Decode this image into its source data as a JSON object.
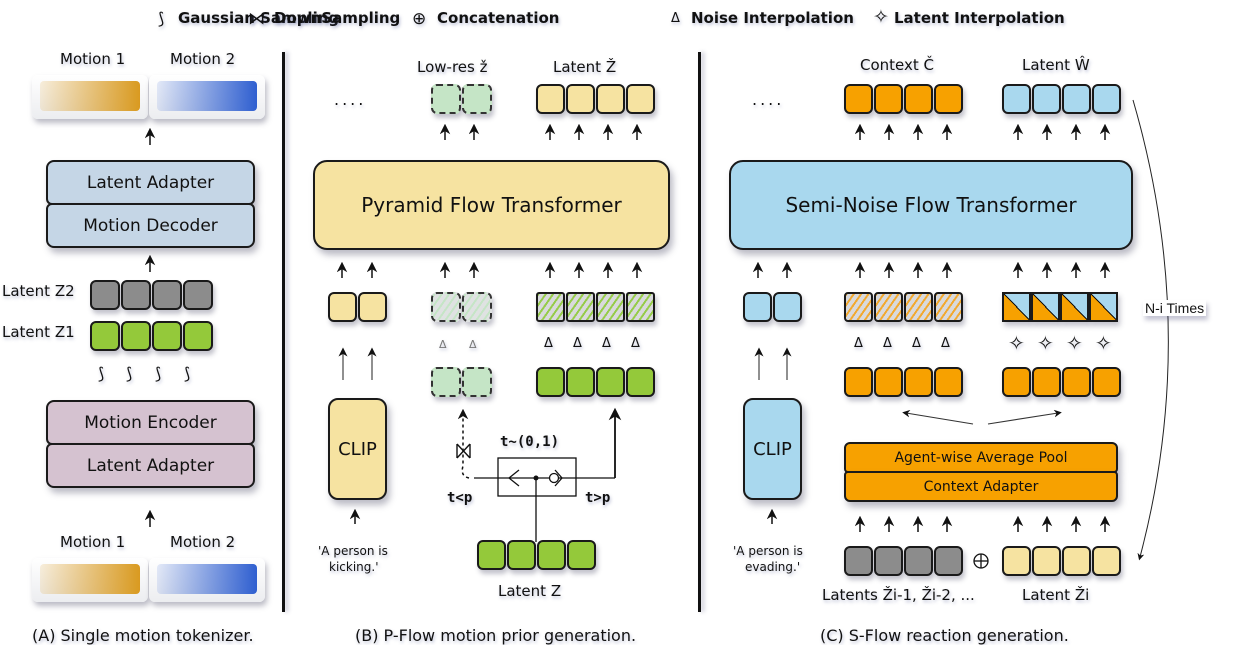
{
  "legend": {
    "gaussian_sampling": {
      "icon": "gaussian-sampling-icon",
      "glyph": "⟆",
      "label": "Gaussian Sampling"
    },
    "downsampling": {
      "icon": "downsampling-icon",
      "glyph": "⋈",
      "label": "DownSampling"
    },
    "concatenation": {
      "icon": "concatenation-icon",
      "glyph": "⊕",
      "label": "Concatenation"
    },
    "noise_interpolation": {
      "icon": "noise-interpolation-icon",
      "glyph": "Δ",
      "label": "Noise Interpolation"
    },
    "latent_interpolation": {
      "icon": "latent-interpolation-icon",
      "glyph": "✧",
      "label": "Latent Interpolation"
    }
  },
  "panel_a": {
    "caption": "(A) Single motion tokenizer.",
    "top_motion_1": "Motion 1",
    "top_motion_2": "Motion 2",
    "decoder_adapter": "Latent Adapter",
    "decoder": "Motion Decoder",
    "latent_z2": "Latent Z2",
    "latent_z1": "Latent Z1",
    "encoder": "Motion Encoder",
    "encoder_adapter": "Latent Adapter",
    "bottom_motion_1": "Motion 1",
    "bottom_motion_2": "Motion 2",
    "sampling_glyph": "⟆"
  },
  "panel_b": {
    "caption": "(B) P-Flow motion prior generation.",
    "ellipsis": "....",
    "low_res_label": "Low-res ž",
    "latent_label": "Latent Ž",
    "transformer": "Pyramid Flow Transformer",
    "clip": "CLIP",
    "prompt": "'A person is kicking.'",
    "prompt_line1": "'A person is",
    "prompt_line2": "kicking.'",
    "switch_label": "t~(0,1)",
    "branch_low": "t<p",
    "branch_high": "t>p",
    "latent_z": "Latent Z",
    "noise_glyph": "Δ",
    "downsample_glyph": "⋈"
  },
  "panel_c": {
    "caption": "(C) S-Flow reaction generation.",
    "ellipsis": "....",
    "context_label": "Context Č",
    "latent_w_label": "Latent Ŵ",
    "transformer": "Semi-Noise Flow Transformer",
    "clip": "CLIP",
    "prompt_line1": "'A person is",
    "prompt_line2": "evading.'",
    "pool": "Agent-wise Average Pool",
    "context_adapter": "Context Adapter",
    "latents_prev": "Latents Ži-1, Ži-2, ...",
    "latent_zi": "Latent Ži",
    "loop_label": "N-i Times",
    "concat_glyph": "⊕",
    "noise_glyph": "Δ",
    "latent_interp_glyph": "✧"
  },
  "colors": {
    "decoder_blue": "#c5d6e6",
    "encoder_mauve": "#d5c2d0",
    "latent_gray": "#8c8c8c",
    "latent_green": "#94c93a",
    "pale_yellow": "#f6e3a1",
    "pale_green": "#c5e5c6",
    "orange": "#f7a100",
    "light_blue": "#a9d8ee",
    "motion_orange": "#d99a20",
    "motion_blue": "#2f5fd0"
  }
}
